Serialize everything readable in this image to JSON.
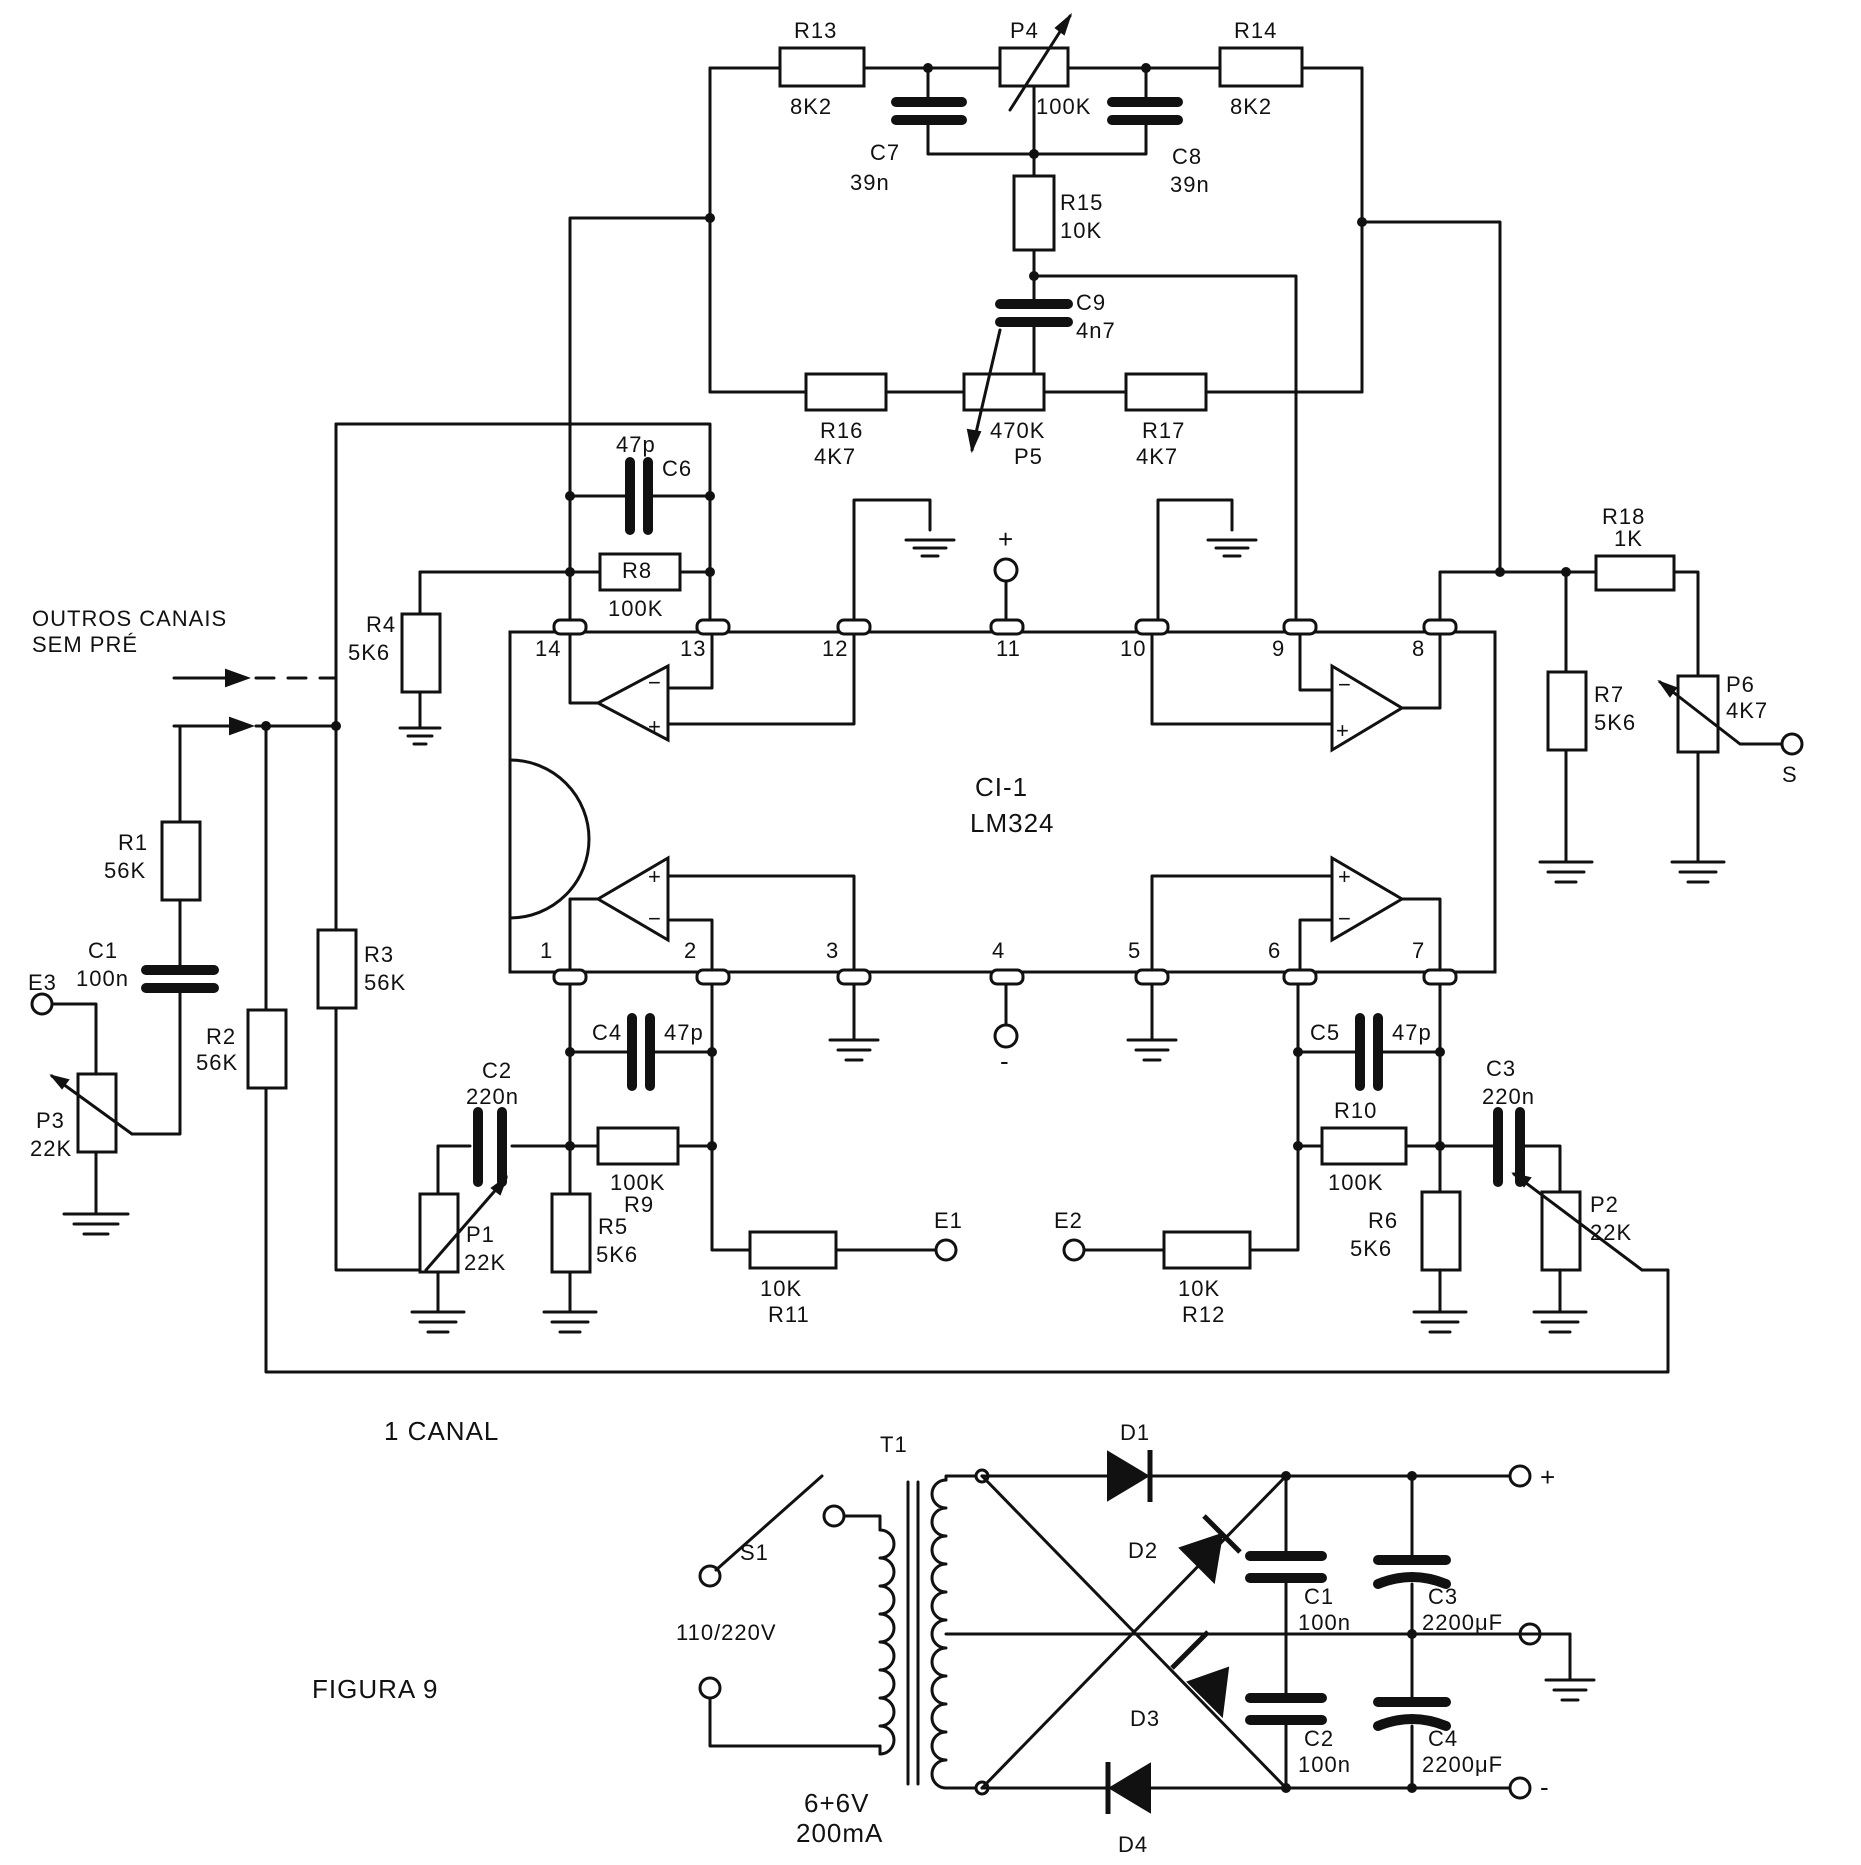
{
  "main_circuit": {
    "ic": {
      "ref": "CI-1",
      "part": "LM324"
    },
    "pins": {
      "p1": "1",
      "p2": "2",
      "p3": "3",
      "p4": "4",
      "p5": "5",
      "p6": "6",
      "p7": "7",
      "p8": "8",
      "p9": "9",
      "p10": "10",
      "p11": "11",
      "p12": "12",
      "p13": "13",
      "p14": "14"
    },
    "resistors": {
      "R1": {
        "ref": "R1",
        "value": "56K"
      },
      "R2": {
        "ref": "R2",
        "value": "56K"
      },
      "R3": {
        "ref": "R3",
        "value": "56K"
      },
      "R4": {
        "ref": "R4",
        "value": "5K6"
      },
      "R5": {
        "ref": "R5",
        "value": "5K6"
      },
      "R6": {
        "ref": "R6",
        "value": "5K6"
      },
      "R7": {
        "ref": "R7",
        "value": "5K6"
      },
      "R8": {
        "ref": "R8",
        "value": "100K"
      },
      "R9": {
        "ref": "R9",
        "value": "100K"
      },
      "R10": {
        "ref": "R10",
        "value": "100K"
      },
      "R11": {
        "ref": "R11",
        "value": "10K"
      },
      "R12": {
        "ref": "R12",
        "value": "10K"
      },
      "R13": {
        "ref": "R13",
        "value": "8K2"
      },
      "R14": {
        "ref": "R14",
        "value": "8K2"
      },
      "R15": {
        "ref": "R15",
        "value": "10K"
      },
      "R16": {
        "ref": "R16",
        "value": "4K7"
      },
      "R17": {
        "ref": "R17",
        "value": "4K7"
      },
      "R18": {
        "ref": "R18",
        "value": "1K"
      }
    },
    "capacitors": {
      "C1": {
        "ref": "C1",
        "value": "100n"
      },
      "C2": {
        "ref": "C2",
        "value": "220n"
      },
      "C3": {
        "ref": "C3",
        "value": "220n"
      },
      "C4": {
        "ref": "C4",
        "value": "47p"
      },
      "C5": {
        "ref": "C5",
        "value": "47p"
      },
      "C6": {
        "ref": "C6",
        "value": "47p"
      },
      "C7": {
        "ref": "C7",
        "value": "39n"
      },
      "C8": {
        "ref": "C8",
        "value": "39n"
      },
      "C9": {
        "ref": "C9",
        "value": "4n7"
      }
    },
    "pots": {
      "P1": {
        "ref": "P1",
        "value": "22K"
      },
      "P2": {
        "ref": "P2",
        "value": "22K"
      },
      "P3": {
        "ref": "P3",
        "value": "22K"
      },
      "P4": {
        "ref": "P4",
        "value": "100K"
      },
      "P5": {
        "ref": "P5",
        "value": "470K"
      },
      "P6": {
        "ref": "P6",
        "value": "4K7"
      }
    },
    "terminals": {
      "E1": "E1",
      "E2": "E2",
      "E3": "E3",
      "S": "S",
      "plus": "+",
      "minus": "-"
    },
    "other_channels": {
      "line1": "OUTROS CANAIS",
      "line2": "SEM PRÉ"
    }
  },
  "power_supply": {
    "transformer": {
      "ref": "T1",
      "rating": "6+6V",
      "current": "200mA"
    },
    "switch": "S1",
    "mains": "110/220V",
    "diodes": {
      "D1": "D1",
      "D2": "D2",
      "D3": "D3",
      "D4": "D4"
    },
    "caps": {
      "C1": {
        "ref": "C1",
        "value": "100n"
      },
      "C2": {
        "ref": "C2",
        "value": "100n"
      },
      "C3": {
        "ref": "C3",
        "value": "2200μF"
      },
      "C4": {
        "ref": "C4",
        "value": "2200μF"
      }
    },
    "plus": "+",
    "minus": "-"
  },
  "captions": {
    "channel": "1 CANAL",
    "figure": "FIGURA 9"
  }
}
